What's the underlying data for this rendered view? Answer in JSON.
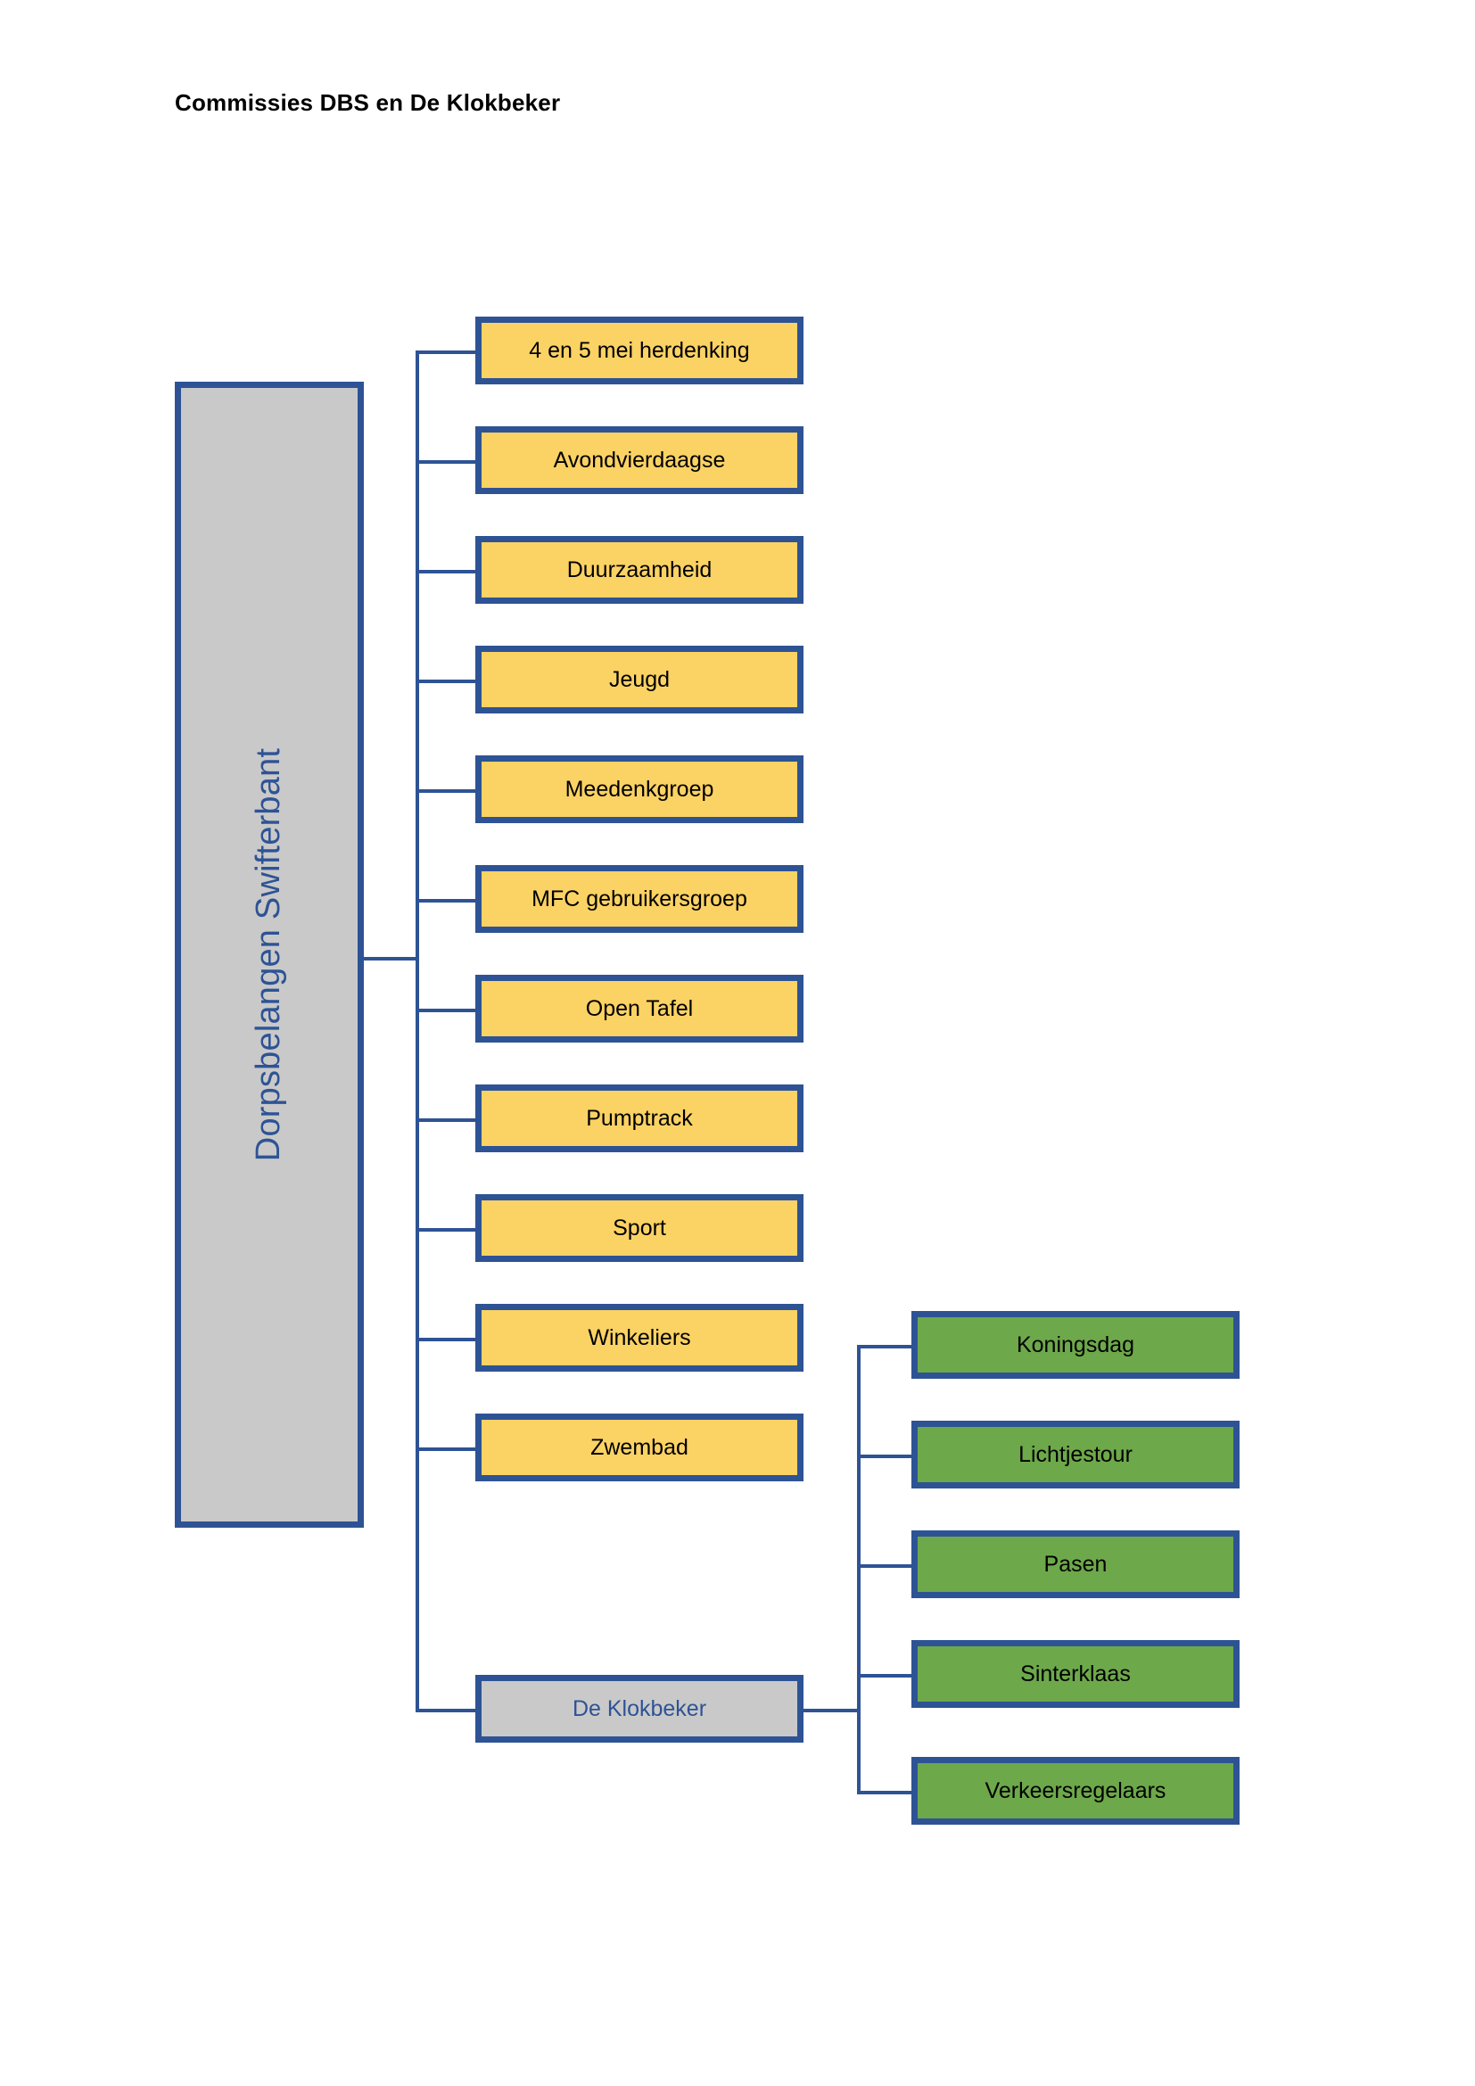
{
  "document": {
    "title": "Commissies DBS en De Klokbeker"
  },
  "colors": {
    "border_blue": "#2E5395",
    "node_yellow": "#FBD264",
    "node_green": "#6DA84A",
    "node_gray": "#C9C9C9",
    "title_black": "#000000",
    "gray_node_text_blue": "#2E5395"
  },
  "chart": {
    "type": "organization-chart",
    "root": {
      "label": "Dorpsbelangen Swifterbant",
      "fill": "gray",
      "orientation": "vertical-text"
    },
    "commissies": [
      {
        "label": "4 en 5 mei herdenking",
        "fill": "yellow"
      },
      {
        "label": "Avondvierdaagse",
        "fill": "yellow"
      },
      {
        "label": "Duurzaamheid",
        "fill": "yellow"
      },
      {
        "label": "Jeugd",
        "fill": "yellow"
      },
      {
        "label": "Meedenkgroep",
        "fill": "yellow"
      },
      {
        "label": "MFC gebruikersgroep",
        "fill": "yellow"
      },
      {
        "label": "Open Tafel",
        "fill": "yellow"
      },
      {
        "label": "Pumptrack",
        "fill": "yellow"
      },
      {
        "label": "Sport",
        "fill": "yellow"
      },
      {
        "label": "Winkeliers",
        "fill": "yellow"
      },
      {
        "label": "Zwembad",
        "fill": "yellow"
      }
    ],
    "klokbeker": {
      "label": "De Klokbeker",
      "fill": "gray"
    },
    "klokbeker_children": [
      {
        "label": "Koningsdag",
        "fill": "green"
      },
      {
        "label": "Lichtjestour",
        "fill": "green"
      },
      {
        "label": "Pasen",
        "fill": "green"
      },
      {
        "label": "Sinterklaas",
        "fill": "green"
      },
      {
        "label": "Verkeersregelaars",
        "fill": "green"
      }
    ]
  }
}
